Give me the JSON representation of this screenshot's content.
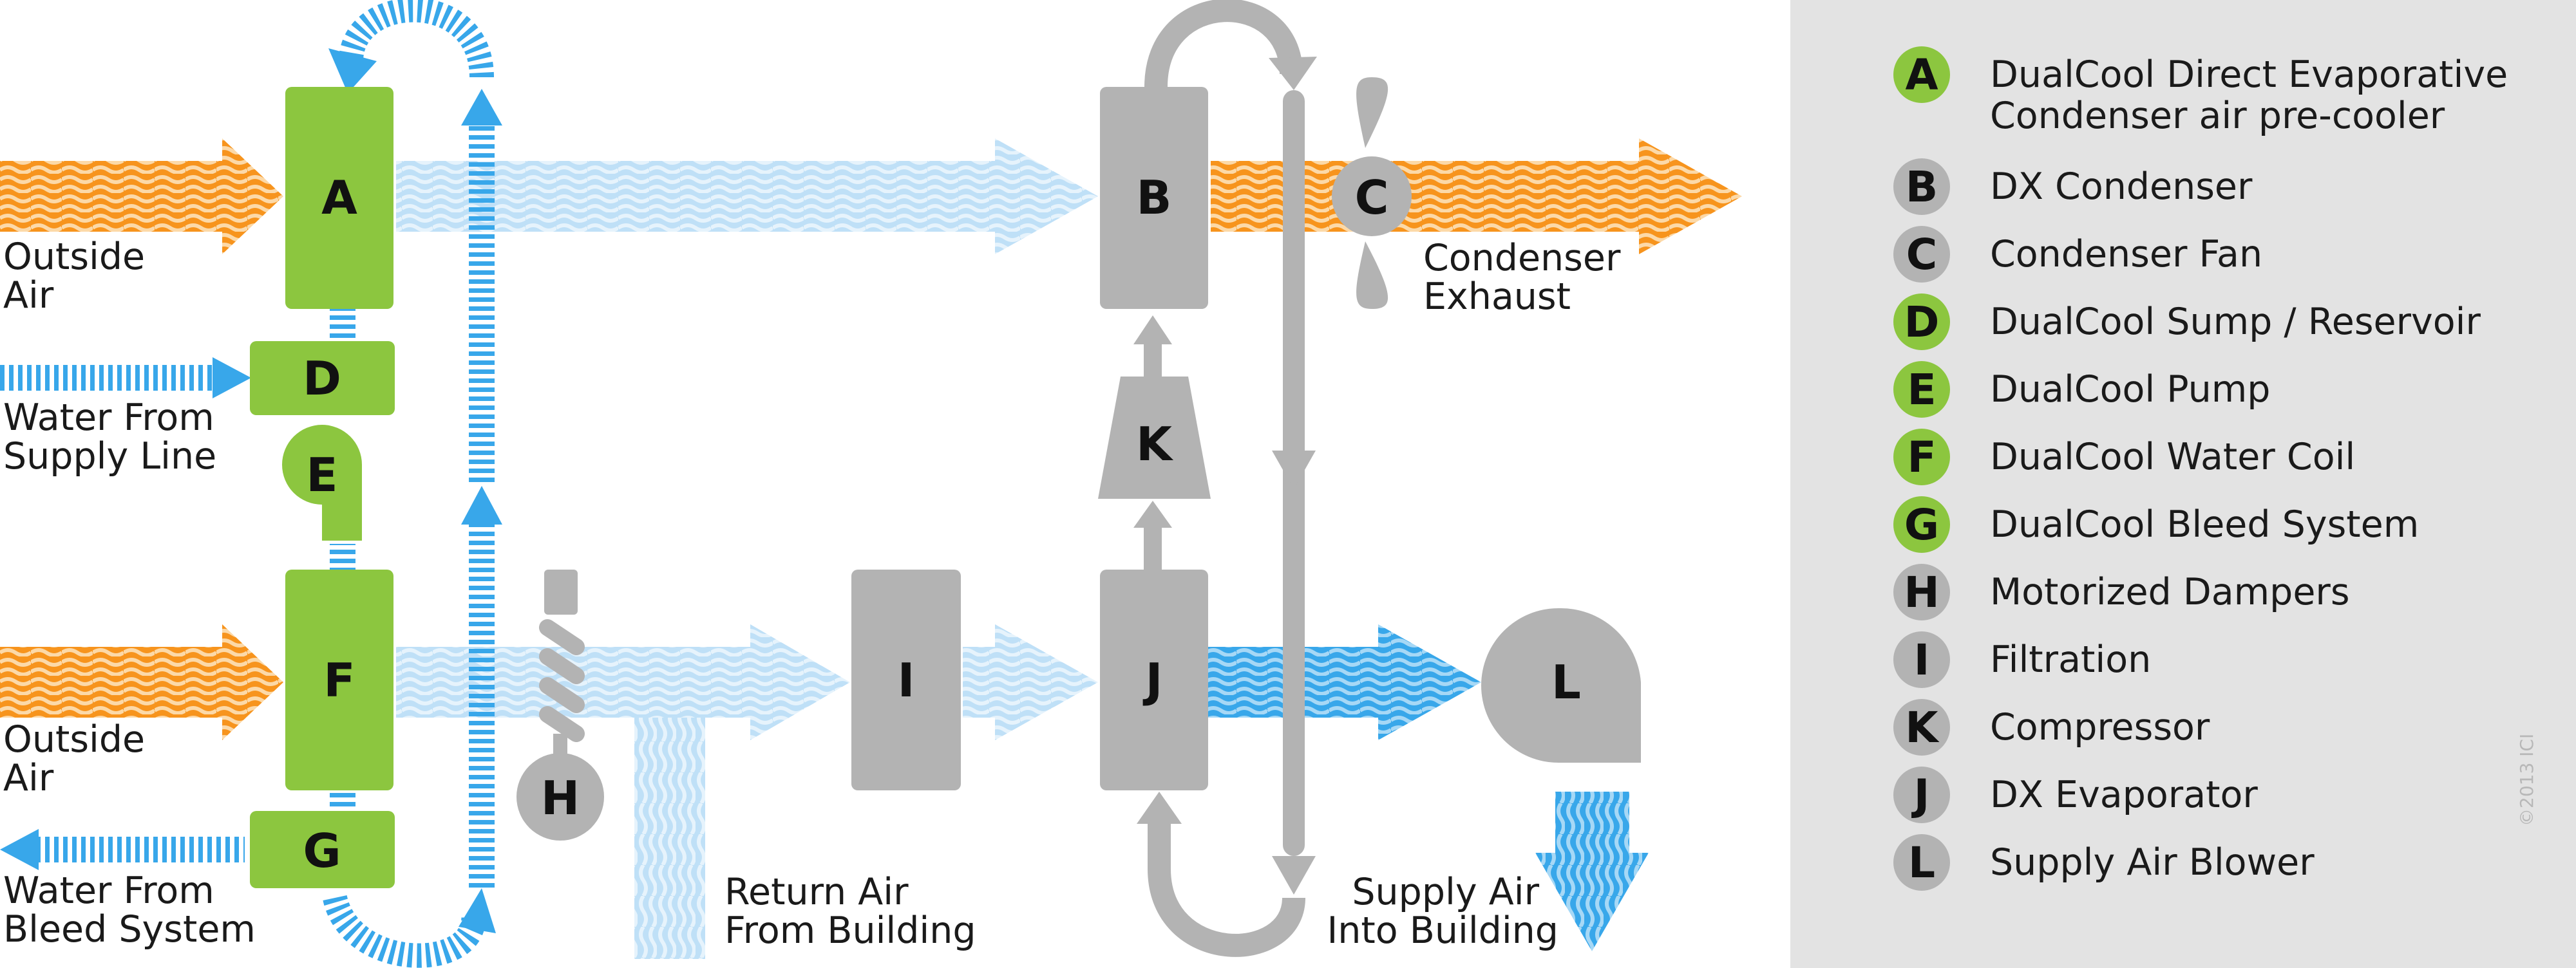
{
  "colors": {
    "green": "#8cc63f",
    "gray": "#b3b3b3",
    "orange": "#f7941d",
    "blue": "#38a7ea",
    "light_blue": "#bfe0f7",
    "panel_bg": "#e3e3e3"
  },
  "components": {
    "A": "A",
    "B": "B",
    "C": "C",
    "D": "D",
    "E": "E",
    "F": "F",
    "G": "G",
    "H": "H",
    "I": "I",
    "J": "J",
    "K": "K",
    "L": "L"
  },
  "labels": {
    "outside_air_top": [
      "Outside",
      "Air"
    ],
    "outside_air_bottom": [
      "Outside",
      "Air"
    ],
    "water_supply": [
      "Water From",
      "Supply Line"
    ],
    "water_bleed": [
      "Water From",
      "Bleed System"
    ],
    "condenser_exhaust": [
      "Condenser",
      "Exhaust"
    ],
    "return_air": [
      "Return Air",
      "From Building"
    ],
    "supply_air": [
      "Supply Air",
      "Into Building"
    ]
  },
  "legend": [
    {
      "letter": "A",
      "color": "#8cc63f",
      "label_lines": [
        "DualCool Direct Evaporative",
        "Condenser air pre-cooler"
      ]
    },
    {
      "letter": "B",
      "color": "#b3b3b3",
      "label_lines": [
        "DX Condenser"
      ]
    },
    {
      "letter": "C",
      "color": "#b3b3b3",
      "label_lines": [
        "Condenser Fan"
      ]
    },
    {
      "letter": "D",
      "color": "#8cc63f",
      "label_lines": [
        "DualCool Sump / Reservoir"
      ]
    },
    {
      "letter": "E",
      "color": "#8cc63f",
      "label_lines": [
        "DualCool Pump"
      ]
    },
    {
      "letter": "F",
      "color": "#8cc63f",
      "label_lines": [
        "DualCool Water Coil"
      ]
    },
    {
      "letter": "G",
      "color": "#8cc63f",
      "label_lines": [
        "DualCool Bleed System"
      ]
    },
    {
      "letter": "H",
      "color": "#b3b3b3",
      "label_lines": [
        "Motorized Dampers"
      ]
    },
    {
      "letter": "I",
      "color": "#b3b3b3",
      "label_lines": [
        "Filtration"
      ]
    },
    {
      "letter": "K",
      "color": "#b3b3b3",
      "label_lines": [
        "Compressor"
      ]
    },
    {
      "letter": "J",
      "color": "#b3b3b3",
      "label_lines": [
        "DX Evaporator"
      ]
    },
    {
      "letter": "L",
      "color": "#b3b3b3",
      "label_lines": [
        "Supply Air Blower"
      ]
    }
  ],
  "copyright": "©2013 ICI"
}
